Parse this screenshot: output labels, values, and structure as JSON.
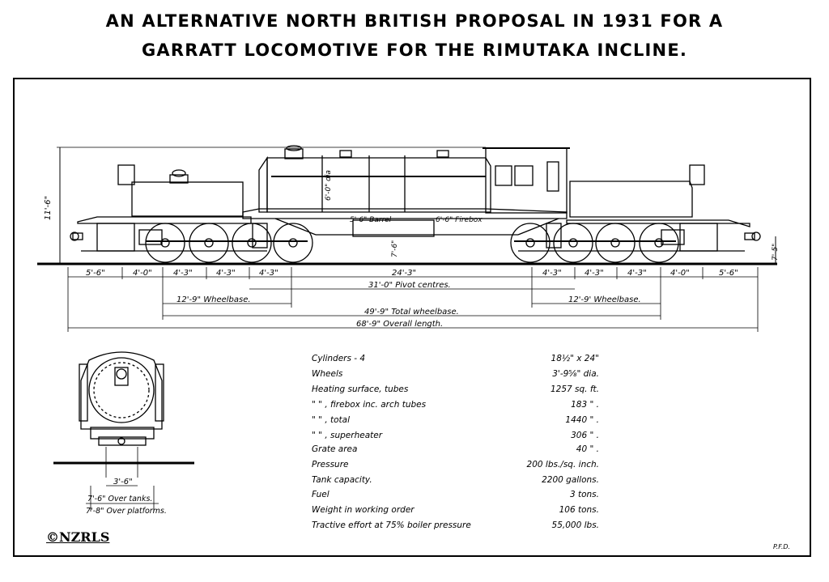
{
  "title_line1": "AN ALTERNATIVE NORTH BRITISH PROPOSAL IN 1931 FOR A",
  "title_line2": "GARRATT LOCOMOTIVE FOR THE RIMUTAKA INCLINE.",
  "drawing_labels": {
    "height": "11'-6\"",
    "boiler_dia": "6'-0\" dia",
    "barrel": "5'-6\" Barrel",
    "firebox": "6'-6\" Firebox",
    "rail_height_front": "7'-6\"",
    "rail_height_rear": "7'-5\""
  },
  "dimension_labels": {
    "row1": [
      "5'-6\"",
      "4'-0\"",
      "4'-3\"",
      "4'-3\"",
      "4'-3\"",
      "24'-3\"",
      "4'-3\"",
      "4'-3\"",
      "4'-3\"",
      "4'-0\"",
      "5'-6\""
    ],
    "pivot_centres": "31'-0\" Pivot centres.",
    "wheelbase_left": "12'-9\" Wheelbase.",
    "wheelbase_right": "12'-9' Wheelbase.",
    "total_wheelbase": "49'-9\" Total wheelbase.",
    "overall_length": "68'-9\" Overall length."
  },
  "end_view_labels": {
    "gauge": "3'-6\"",
    "over_tanks": "7'-6\" Over tanks.",
    "over_platforms": "7'-8\" Over platforms."
  },
  "specs": [
    {
      "label": "Cylinders - 4",
      "value": "18½\" x 24\""
    },
    {
      "label": "Wheels",
      "value": "3'-9⅝\" dia."
    },
    {
      "label": "Heating surface, tubes",
      "value": "1257 sq. ft."
    },
    {
      "label": "\"        \"     , firebox inc. arch tubes",
      "value": "183   \"   ."
    },
    {
      "label": "\"        \"     , total",
      "value": "1440   \"   ."
    },
    {
      "label": "\"        \"     , superheater",
      "value": "306   \"   ."
    },
    {
      "label": "Grate area",
      "value": "40   \"   ."
    },
    {
      "label": "Pressure",
      "value": "200 lbs./sq. inch."
    },
    {
      "label": "Tank capacity.",
      "value": "2200 gallons."
    },
    {
      "label": "Fuel",
      "value": "3 tons."
    },
    {
      "label": "Weight in working order",
      "value": "106 tons."
    },
    {
      "label": "Tractive effort at 75% boiler pressure",
      "value": "55,000 lbs."
    }
  ],
  "copyright": "©NZRLS",
  "initials": "P.F.D."
}
